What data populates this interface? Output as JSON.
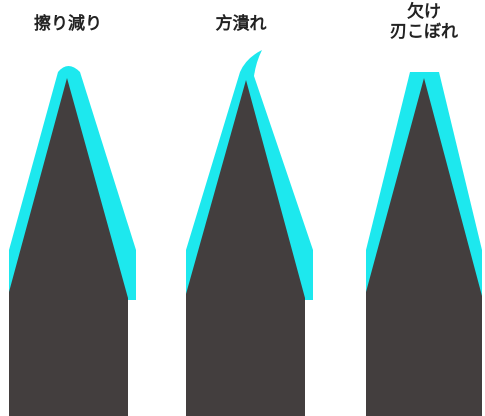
{
  "labels": {
    "worn": "擦り減り",
    "one_sided": "方潰れ",
    "chipped_line1": "欠け",
    "chipped_line2": "刃こぼれ"
  },
  "colors": {
    "blade": "#433e3e",
    "edge": "#1de8ee",
    "background": "#ffffff"
  }
}
